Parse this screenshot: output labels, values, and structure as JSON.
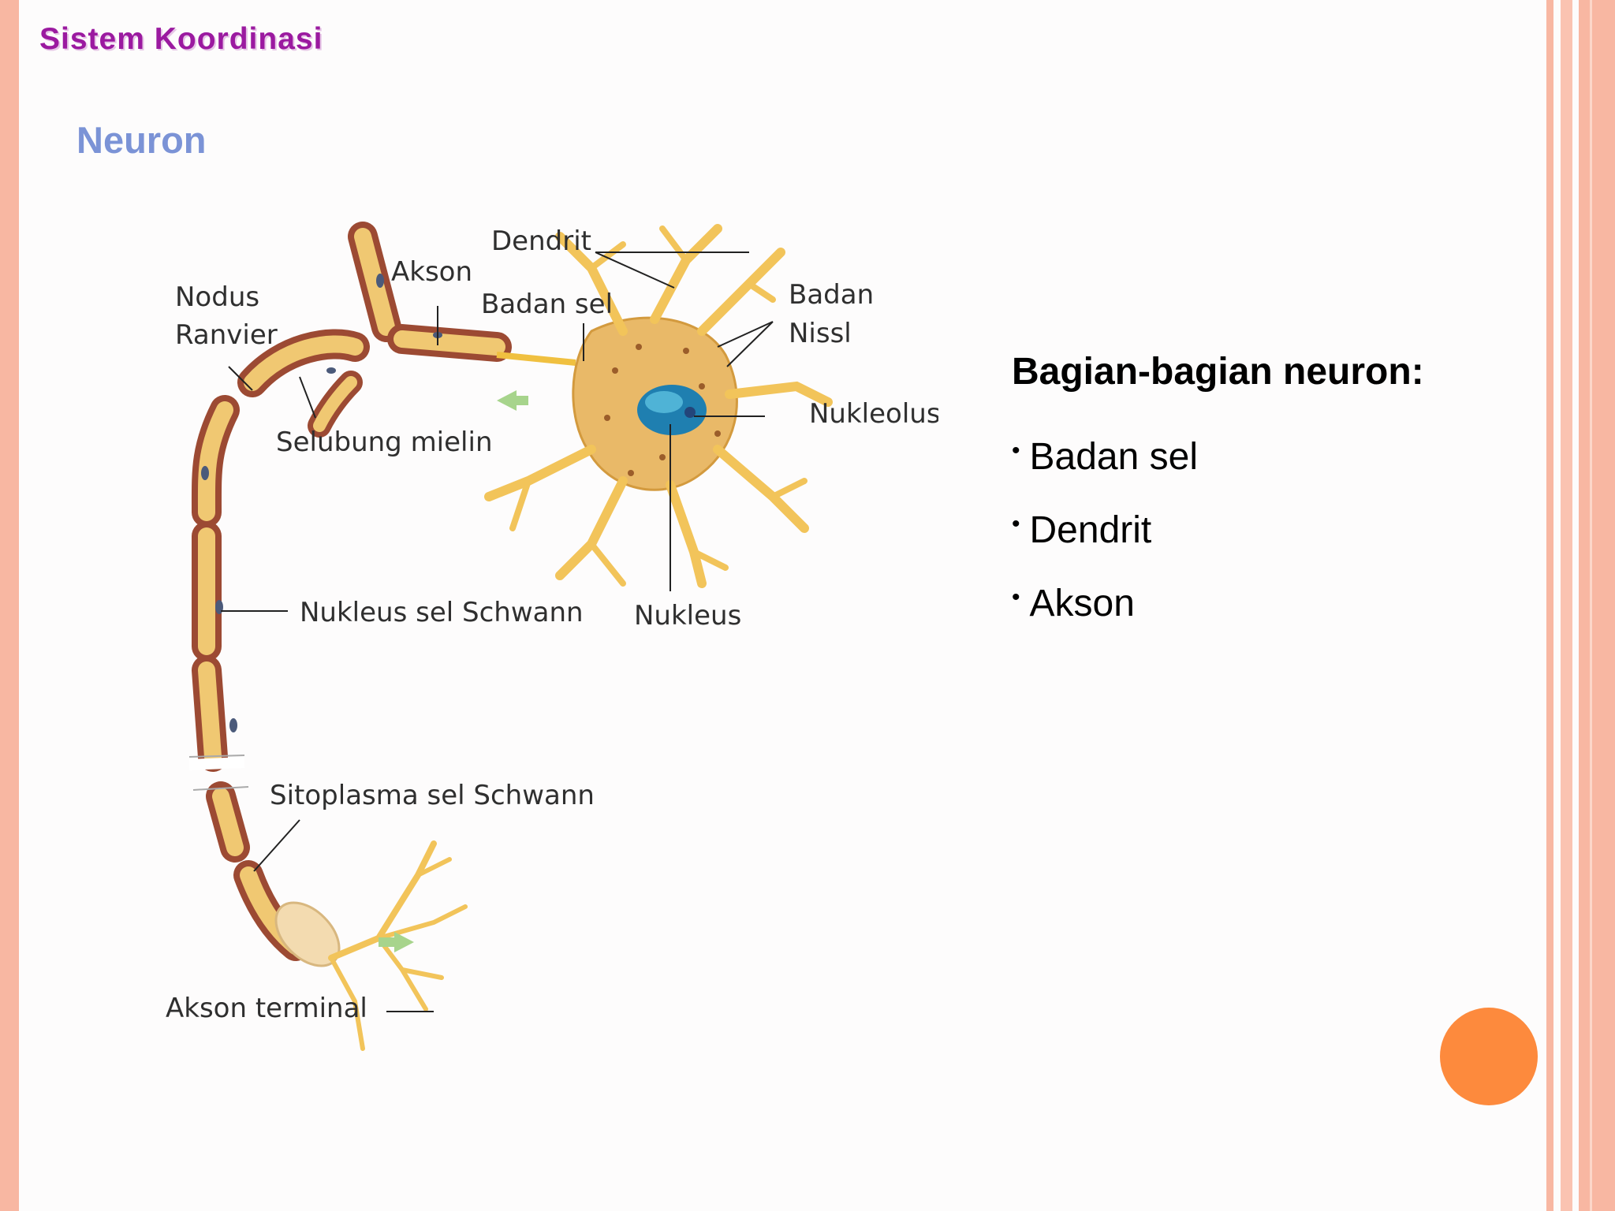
{
  "header": {
    "section_title": "Sistem Koordinasi"
  },
  "slide": {
    "title": "Neuron"
  },
  "diagram": {
    "labels": {
      "dendrit": "Dendrit",
      "akson": "Akson",
      "nodus": "Nodus",
      "ranvier": "Ranvier",
      "badan_sel": "Badan sel",
      "badan": "Badan",
      "nissl": "Nissl",
      "nukleolus": "Nukleolus",
      "selubung_mielin": "Selubung mielin",
      "nukleus_sel_schwann": "Nukleus sel Schwann",
      "nukleus": "Nukleus",
      "sitoplasma_sel_schwann": "Sitoplasma sel Schwann",
      "akson_terminal": "Akson terminal"
    }
  },
  "content": {
    "heading": "Bagian-bagian neuron:",
    "bullet_glyph": "•",
    "items": [
      "Badan sel",
      "Dendrit",
      "Akson"
    ]
  },
  "colors": {
    "accent_circle": "#fd8a3d",
    "border": "#f8b7a2",
    "section_title": "#9b1aa0",
    "slide_title": "#7b93d6"
  }
}
